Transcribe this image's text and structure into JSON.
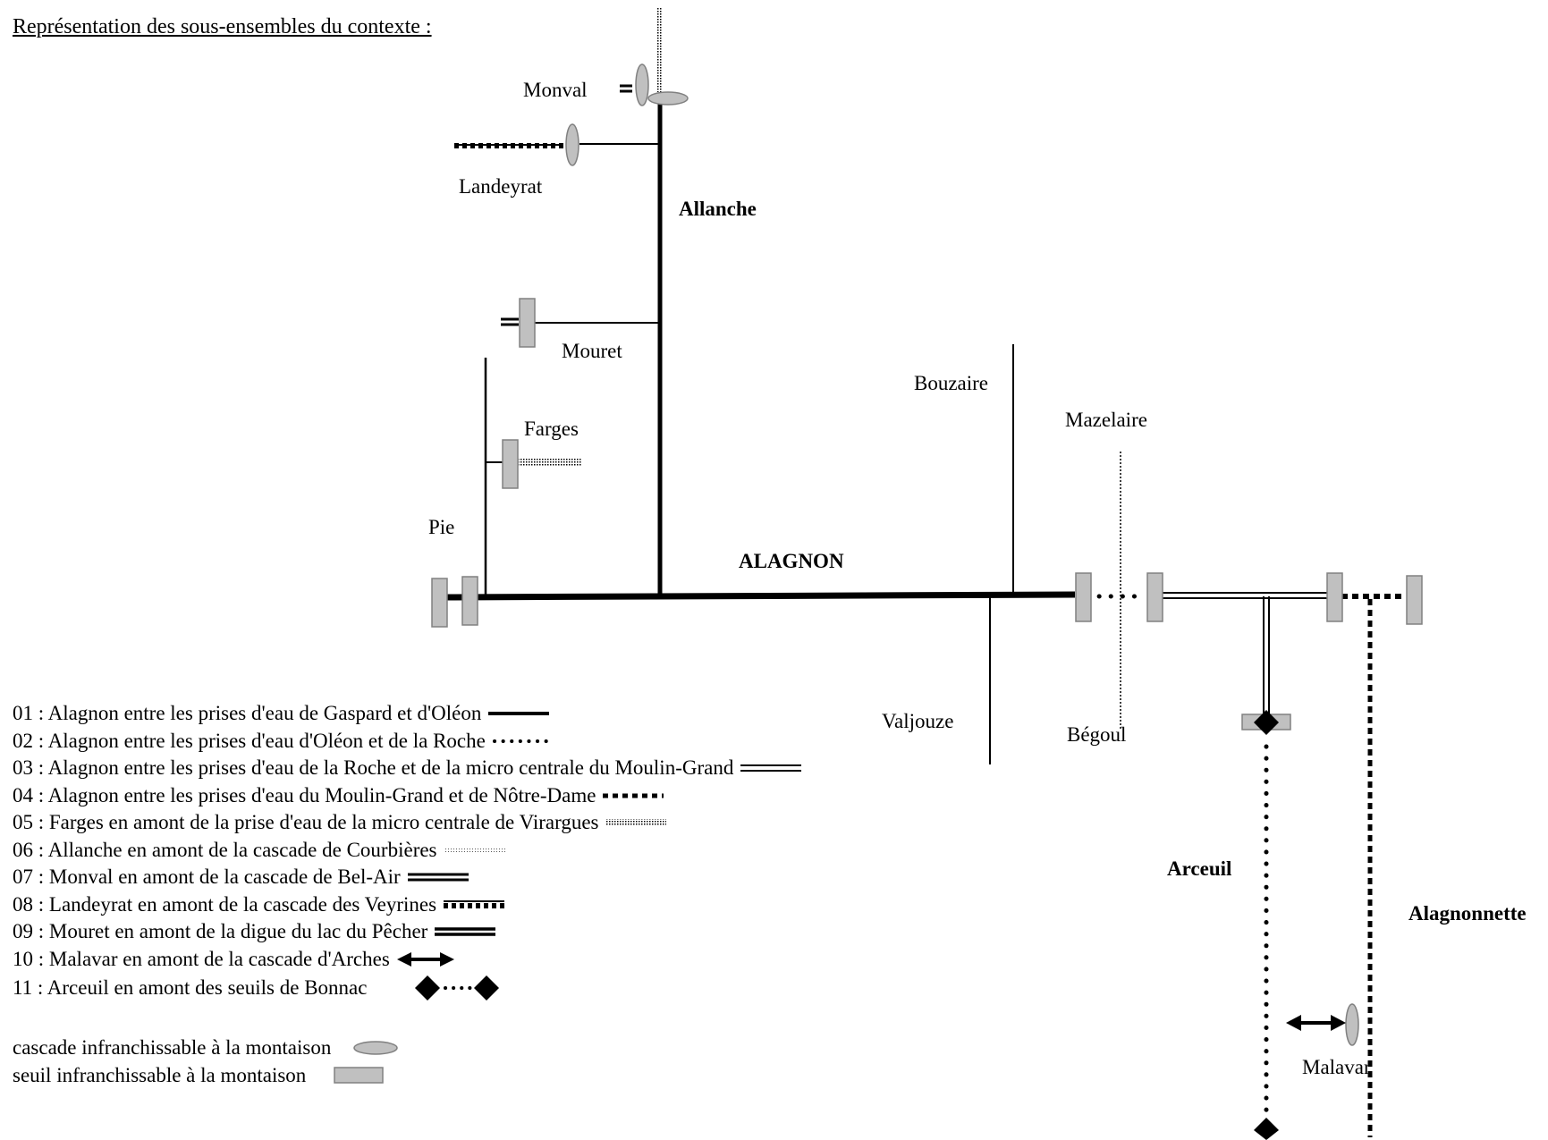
{
  "heading": "Représentation des sous-ensembles du contexte :",
  "places": {
    "monval": "Monval",
    "landeyrat": "Landeyrat",
    "allanche": "Allanche",
    "mouret": "Mouret",
    "farges": "Farges",
    "pie": "Pie",
    "alagnon": "ALAGNON",
    "bouzaire": "Bouzaire",
    "mazelaire": "Mazelaire",
    "valjouze": "Valjouze",
    "begoul": "Bégoul",
    "arceuil": "Arceuil",
    "alagnonnette": "Alagnonnette",
    "malavar": "Malavar"
  },
  "legend": {
    "items": [
      {
        "text": "01 : Alagnon entre les prises d'eau de Gaspard et d'Oléon",
        "symbol": "solid-thick"
      },
      {
        "text": "02 : Alagnon entre les prises d'eau d'Oléon et de la Roche",
        "symbol": "round-dots"
      },
      {
        "text": "03 : Alagnon entre les prises d'eau de la Roche et de la micro centrale du Moulin-Grand",
        "symbol": "double-line"
      },
      {
        "text": "04 : Alagnon entre les prises d'eau du Moulin-Grand et de Nôtre-Dame",
        "symbol": "square-dots"
      },
      {
        "text": "05 : Farges en amont de la prise d'eau de la micro centrale de Virargues",
        "symbol": "fine-hatched"
      },
      {
        "text": "06 : Allanche en amont de la cascade de Courbières",
        "symbol": "light-hatched"
      },
      {
        "text": "07 : Monval en amont de la cascade de Bel-Air",
        "symbol": "thick-double"
      },
      {
        "text": "08 : Landeyrat en amont de la cascade des Veyrines",
        "symbol": "dotted-bar"
      },
      {
        "text": "09 : Mouret en amont de la digue du lac du Pêcher",
        "symbol": "heavy-double"
      },
      {
        "text": "10 : Malavar en amont de la cascade d'Arches",
        "symbol": "double-arrow"
      },
      {
        "text": "11 : Arceuil en amont des seuils de Bonnac",
        "symbol": "diamond-dots"
      }
    ],
    "markers": [
      {
        "text": "cascade infranchissable à la montaison",
        "symbol": "ellipse"
      },
      {
        "text": "seuil infranchissable à la montaison",
        "symbol": "rectangle"
      }
    ]
  },
  "colors": {
    "line": "#000000",
    "obstacle_fill": "#c0c0c0",
    "obstacle_stroke": "#808080"
  }
}
